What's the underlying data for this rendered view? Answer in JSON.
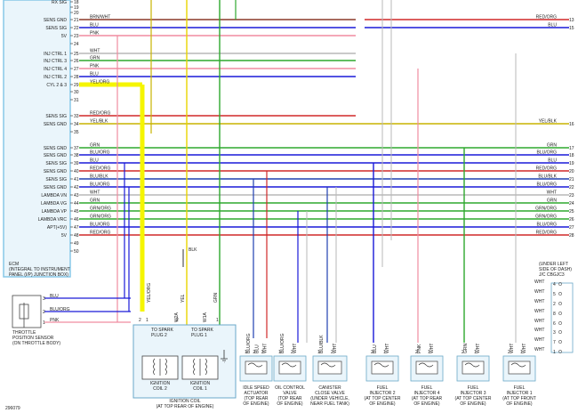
{
  "colors": {
    "yel_org": "#f5f500",
    "yel": "#e8d400",
    "grn": "#2ea82e",
    "blu": "#1a1ad8",
    "blu_org": "#1a1ad8",
    "blu_blk": "#2040b0",
    "grn_org": "#2ea82e",
    "pnk": "#f08ca0",
    "red_org": "#d02828",
    "wht": "#b8b8b8",
    "brn_wht": "#8b3a2a",
    "yel_blk": "#c8b400",
    "blk": "#333333",
    "box": "#88c8e8",
    "box_fill": "#eaf5fb"
  },
  "ecm": {
    "title_line1": "ECM",
    "title_line2": "(INTEGRAL TO INSTRUMENT",
    "title_line3": "PANEL (I/P) JUNCTION BOX)",
    "pins": [
      {
        "label": "RX SIG",
        "pin": "18",
        "wire": "",
        "right_pin": "",
        "color": "wht"
      },
      {
        "label": "",
        "pin": "19",
        "wire": "",
        "right_pin": "",
        "color": "wht"
      },
      {
        "label": "",
        "pin": "20",
        "wire": "",
        "right_pin": "",
        "color": "wht"
      },
      {
        "label": "SENS GND",
        "pin": "21",
        "wire": "BRN/WHT",
        "right_pin": "",
        "color": "brn_wht"
      },
      {
        "label": "SENS SIG",
        "pin": "22",
        "wire": "BLU",
        "right_pin": "",
        "color": "blu"
      },
      {
        "label": "5V",
        "pin": "23",
        "wire": "PNK",
        "right_pin": "",
        "color": "pnk"
      },
      {
        "label": "",
        "pin": "24",
        "wire": "",
        "right_pin": "",
        "color": "wht"
      },
      {
        "label": "INJ CTRL 1",
        "pin": "25",
        "wire": "WHT",
        "right_pin": "",
        "color": "wht"
      },
      {
        "label": "INJ CTRL 3",
        "pin": "26",
        "wire": "GRN",
        "right_pin": "",
        "color": "grn"
      },
      {
        "label": "INJ CTRL 4",
        "pin": "27",
        "wire": "PNK",
        "right_pin": "",
        "color": "pnk"
      },
      {
        "label": "INJ CTRL 2",
        "pin": "28",
        "wire": "BLU",
        "right_pin": "",
        "color": "blu"
      },
      {
        "label": "CYL 2 & 3",
        "pin": "29",
        "wire": "YEL/ORG",
        "right_pin": "",
        "color": "yel_org"
      },
      {
        "label": "",
        "pin": "30",
        "wire": "",
        "right_pin": "",
        "color": "wht"
      },
      {
        "label": "",
        "pin": "31",
        "wire": "",
        "right_pin": "",
        "color": "wht"
      },
      {
        "label": "SENS SIG",
        "pin": "33",
        "wire": "RED/ORG",
        "right_pin": "",
        "color": "red_org"
      },
      {
        "label": "SENS GND",
        "pin": "34",
        "wire": "YEL/BLK",
        "right_pin": "16",
        "color": "yel_blk"
      },
      {
        "label": "",
        "pin": "35",
        "wire": "",
        "right_pin": "",
        "color": "wht"
      },
      {
        "label": "SENS GND",
        "pin": "37",
        "wire": "GRN",
        "right_pin": "17",
        "color": "grn"
      },
      {
        "label": "SENS GND",
        "pin": "38",
        "wire": "BLU/ORG",
        "right_pin": "18",
        "color": "blu_org"
      },
      {
        "label": "SENS SIG",
        "pin": "39",
        "wire": "BLU",
        "right_pin": "19",
        "color": "blu"
      },
      {
        "label": "SENS GND",
        "pin": "40",
        "wire": "RED/ORG",
        "right_pin": "20",
        "color": "red_org"
      },
      {
        "label": "SENS SIG",
        "pin": "41",
        "wire": "BLU/BLK",
        "right_pin": "21",
        "color": "blu_blk"
      },
      {
        "label": "SENS GND",
        "pin": "42",
        "wire": "BLU/ORG",
        "right_pin": "22",
        "color": "blu_org"
      },
      {
        "label": "LAMBDA VN",
        "pin": "43",
        "wire": "WHT",
        "right_pin": "23",
        "color": "wht"
      },
      {
        "label": "LAMBDA VG",
        "pin": "44",
        "wire": "GRN",
        "right_pin": "24",
        "color": "grn"
      },
      {
        "label": "LAMBDA VP",
        "pin": "45",
        "wire": "GRN/ORG",
        "right_pin": "25",
        "color": "grn_org"
      },
      {
        "label": "LAMBDA VRC",
        "pin": "46",
        "wire": "GRN/ORG",
        "right_pin": "26",
        "color": "grn_org"
      },
      {
        "label": "APT(+5V)",
        "pin": "47",
        "wire": "BLU/ORG",
        "right_pin": "27",
        "color": "blu_org"
      },
      {
        "label": "5V",
        "pin": "48",
        "wire": "RED/ORG",
        "right_pin": "28",
        "color": "red_org"
      },
      {
        "label": "",
        "pin": "49",
        "wire": "",
        "right_pin": "",
        "color": "wht"
      },
      {
        "label": "",
        "pin": "50",
        "wire": "",
        "right_pin": "",
        "color": "wht"
      }
    ]
  },
  "top_right_wires": [
    {
      "wire": "RED/ORG",
      "pin": "13"
    },
    {
      "wire": "BLU",
      "pin": "15"
    }
  ],
  "tps": {
    "pin3": "3",
    "pin2": "2",
    "pin1": "1",
    "wire3": "BLU",
    "wire2": "BLU/ORG",
    "wire1": "PNK",
    "label_line1": "THROTTLE",
    "label_line2": "POSITION SENSOR",
    "label_line3": "(ON THROTTLE BODY)"
  },
  "ignition": {
    "wire_yel_org": "YEL/ORG",
    "wire_yel": "YEL",
    "wire_grn": "GRN",
    "wire_blk": "BLK",
    "pin_2a": "2",
    "pin_1a": "1",
    "pin_2b": "2",
    "pin_1b": "1",
    "plug_a_line1": "TO SPARK",
    "plug_a_line2": "PLUG 2",
    "plug_b_line1": "TO SPARK",
    "plug_b_line2": "PLUG 1",
    "plug_a_tag": "W2A",
    "plug_b_tag": "W1A",
    "coil2_line1": "IGNITION",
    "coil2_line2": "COIL 2",
    "coil1_line1": "IGNITION",
    "coil1_line2": "COIL 1",
    "label_line1": "IGNITION COIL",
    "label_line2": "(AT TOP REAR OF ENGINE)"
  },
  "components": [
    {
      "name": "idle-speed-actuator",
      "wires": [
        "BLU/ORG",
        "BLU",
        "WHT"
      ],
      "pins": [
        "1",
        "2",
        "3"
      ],
      "label": [
        "IDLE SPEED",
        "ACTUATOR",
        "(TOP REAR",
        "OF ENGINE)"
      ]
    },
    {
      "name": "oil-control-valve",
      "wires": [
        "BLU/ORG",
        "WHT"
      ],
      "pins": [
        "1",
        "2"
      ],
      "label": [
        "OIL CONTROL",
        "VALVE",
        "(TOP REAR",
        "OF ENGINE)"
      ]
    },
    {
      "name": "canister-close-valve",
      "wires": [
        "BLU/BLK",
        "WHT"
      ],
      "pins": [
        "1",
        "2"
      ],
      "label": [
        "CANISTER",
        "CLOSE VALVE",
        "(UNDER VEHICLE,",
        "NEAR FUEL TANK)"
      ]
    },
    {
      "name": "fuel-injector-2",
      "wires": [
        "BLU",
        "WHT"
      ],
      "pins": [
        "2",
        "1"
      ],
      "label": [
        "FUEL",
        "INJECTOR 2",
        "(AT TOP CENTER",
        "OF ENGINE)"
      ]
    },
    {
      "name": "fuel-injector-4",
      "wires": [
        "PNK",
        "WHT"
      ],
      "pins": [
        "2",
        "1"
      ],
      "label": [
        "FUEL",
        "INJECTOR 4",
        "(AT TOP REAR",
        "OF ENGINE)"
      ]
    },
    {
      "name": "fuel-injector-3",
      "wires": [
        "GRN",
        "WHT"
      ],
      "pins": [
        "2",
        "1"
      ],
      "label": [
        "FUEL",
        "INJECTOR 3",
        "(AT TOP CENTER",
        "OF ENGINE)"
      ]
    },
    {
      "name": "fuel-injector-1",
      "wires": [
        "WHT",
        "WHT"
      ],
      "pins": [
        "2",
        "1"
      ],
      "label": [
        "FUEL",
        "INJECTOR 1",
        "(AT TOP FRONT",
        "OF ENGINE)"
      ]
    }
  ],
  "jc": {
    "label_line1": "(UNDER LEFT",
    "label_line2": "SIDE OF DASH)",
    "label_line3": "J/C CBGJC3",
    "rows": [
      {
        "wire": "WHT",
        "pin": "4"
      },
      {
        "wire": "WHT",
        "pin": "5"
      },
      {
        "wire": "WHT",
        "pin": "2"
      },
      {
        "wire": "WHT",
        "pin": "8"
      },
      {
        "wire": "WHT",
        "pin": "6"
      },
      {
        "wire": "WHT",
        "pin": "3"
      },
      {
        "wire": "WHT",
        "pin": "7"
      },
      {
        "wire": "WHT",
        "pin": "1"
      }
    ]
  },
  "figure_id": "296079"
}
